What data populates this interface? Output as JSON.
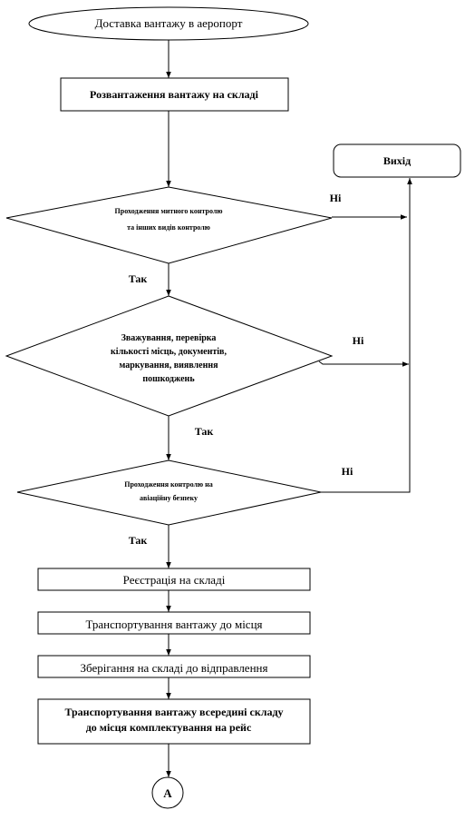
{
  "flowchart": {
    "start": "Доставка вантажу в аеропорт",
    "unload": "Розвантаження вантажу на складі",
    "exit": "Вихід",
    "decision1": [
      "Проходження митного контролю",
      "та інших видів контролю"
    ],
    "decision2": [
      "Зважування, перевірка",
      "кількості  місць, документів,",
      "маркування, виявлення",
      "пошкоджень"
    ],
    "decision3": [
      "Проходження контролю на",
      "авіаційну безпеку"
    ],
    "no_label": "Ні",
    "yes_label": "Так",
    "register": "Реєстрація на складі",
    "transport_place": "Транспортування  вантажу до місця",
    "storage": "Зберігання на складі до відправлення",
    "transport_inside": [
      "Транспортування вантажу всередині складу",
      "до місця комплектування на рейс"
    ],
    "connector": "А"
  }
}
